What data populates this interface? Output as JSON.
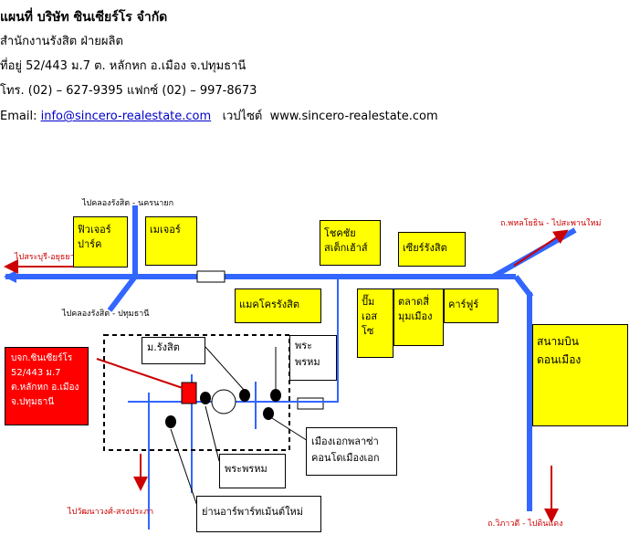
{
  "header": {
    "company": "แผนที่ บริษัท ซินเซียร์โร จำกัด",
    "office": "สำนักงานรังสิต ฝ่ายผลิต",
    "address": "ที่อยู่ 52/443 ม.7   ต. หลักหก อ.เมือง จ.ปทุมธานี",
    "phone": "โทร. (02) – 627-9395 แฟกซ์ (02) – 997-8673",
    "email_label": "Email:",
    "email": "info@sincero-realestate.com",
    "website_label": "เวปไซต์",
    "website": "www.sincero-realestate.com"
  },
  "map": {
    "road_labels": {
      "north_top": "ไปคลองรังสิต - นครนายก",
      "saraburi": "ไปสระบุรี-อยุธยา",
      "pathum": "ไปคลองรังสิต - ปทุมธานี",
      "phahon": "ถ.พหลโยธิน - ไปสะพานใหม่",
      "vibhavadi": "ถ.วิภาวดี - ไปดินแดง",
      "bottom_left": "ไปวัฒนาวงศ์-สรงประภา"
    },
    "places": {
      "future_park": [
        "ฟิวเจอร์",
        "ปาร์ค"
      ],
      "major": "เมเจอร์",
      "chokchai": [
        "โชคชัย",
        "สเต็กเฮ้าส์"
      ],
      "sears": "เซียร์รังสิต",
      "makro": "แมคโครรังสิต",
      "ps_pump": [
        "ปั๊ม",
        "เอส",
        "โซ"
      ],
      "talad": [
        "ตลาดสี่",
        "มุมเมือง"
      ],
      "carrefour": "คาร์ฟูร์",
      "airport": [
        "สนามบิน",
        "ดอนเมือง"
      ],
      "m_rangsit": "ม.รังสิต",
      "phraprom_1": [
        "พระ",
        "พรหม"
      ],
      "phraprom_2": "พระพรหม",
      "muang_ake": [
        "เมืองเอกพลาซ่า",
        "คอนโดเมืองเอก"
      ],
      "apartment": "ย่านอาร์พาร์ทเม้นต์ใหม่"
    },
    "company_note": [
      "บจก.ซินเซียร์โร",
      "52/443 ม.7",
      "ต.หลักหก อ.เมือง",
      "จ.ปทุมธานี"
    ],
    "colors": {
      "road": "#3366ff",
      "place_box": "#ffff00",
      "company_marker": "#ff0000",
      "arrow": "#cc0000"
    }
  }
}
